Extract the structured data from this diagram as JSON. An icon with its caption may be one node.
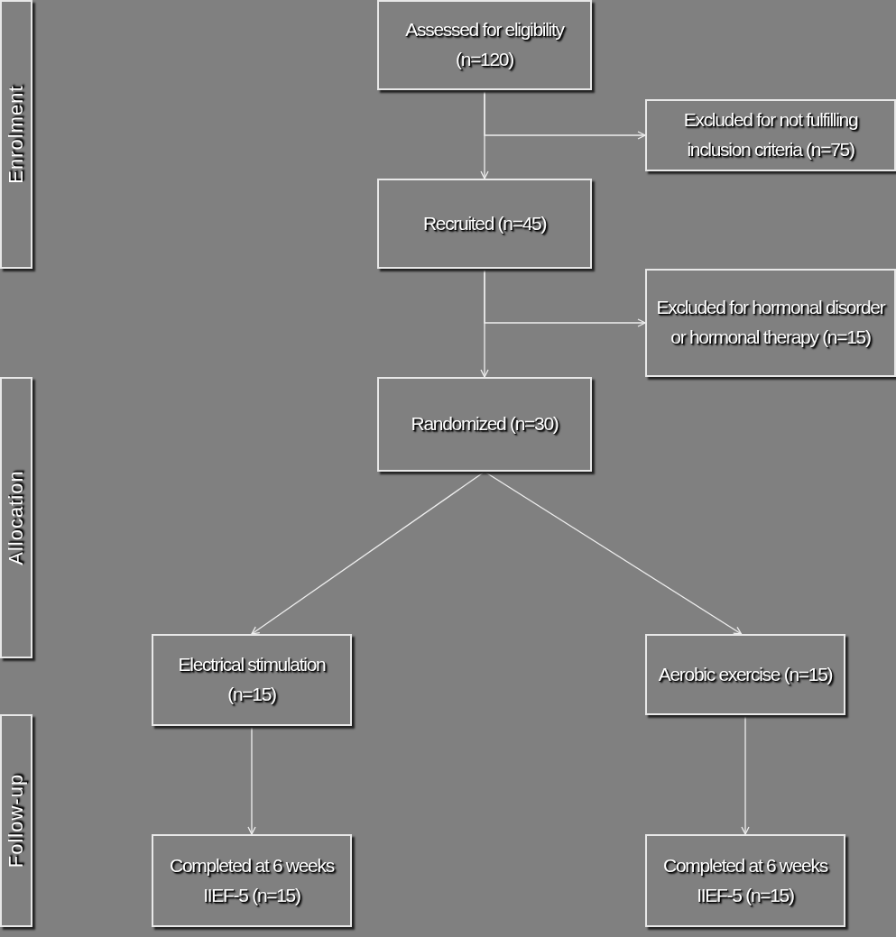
{
  "diagram": {
    "nodes": [
      {
        "text": [
          "Enrolment"
        ]
      },
      {
        "text": [
          "Assessed for eligibility (n=120)"
        ]
      },
      {
        "text": [
          "Excluded for not fulfilling inclusion criteria (n=75)"
        ]
      },
      {
        "text": [
          "Recruited (n=45)"
        ]
      },
      {
        "text": [
          "Excluded for hormonal disorder or hormonal therapy (n=15)"
        ]
      },
      {
        "text": [
          "Allocation"
        ]
      },
      {
        "text": [
          "Randomized (n=30)"
        ]
      },
      {
        "text": [
          "Electrical stimulation (n=15)"
        ]
      },
      {
        "text": [
          "Aerobic exercise (n=15)"
        ]
      },
      {
        "text": [
          "Follow-up"
        ]
      },
      {
        "text": [
          "Completed at 6 weeks IIEF-5 (n=15)"
        ]
      },
      {
        "text": [
          "Completed at 6 weeks IIEF-5 (n=15)"
        ]
      }
    ],
    "edges": [
      {
        "from": 1,
        "to": 3,
        "arrow": "to"
      },
      {
        "from": 1,
        "to": 2,
        "arrow": "to"
      },
      {
        "from": 3,
        "to": 6,
        "arrow": "to"
      },
      {
        "from": 3,
        "to": 4,
        "arrow": "to"
      },
      {
        "from": 6,
        "to": 7,
        "arrow": "to"
      },
      {
        "from": 6,
        "to": 8,
        "arrow": "to"
      },
      {
        "from": 7,
        "to": 10,
        "arrow": "to"
      },
      {
        "from": 8,
        "to": 11,
        "arrow": "to"
      }
    ]
  }
}
